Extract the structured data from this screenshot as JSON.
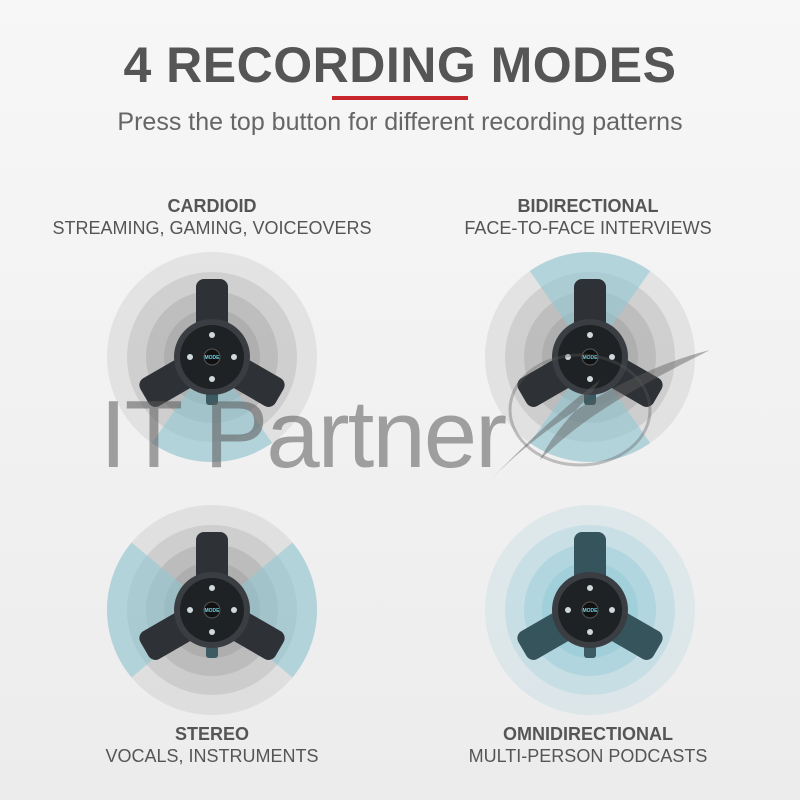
{
  "header": {
    "title": "4 RECORDING MODES",
    "subtitle": "Press the top button for different recording patterns"
  },
  "modes": [
    {
      "name": "CARDIOID",
      "use": "STREAMING, GAMING, VOICEOVERS",
      "pattern": "cardioid"
    },
    {
      "name": "BIDIRECTIONAL",
      "use": "FACE-TO-FACE INTERVIEWS",
      "pattern": "bidirectional"
    },
    {
      "name": "STEREO",
      "use": "VOCALS, INSTRUMENTS",
      "pattern": "stereo"
    },
    {
      "name": "OMNIDIRECTIONAL",
      "use": "MULTI-PERSON PODCASTS",
      "pattern": "omni"
    }
  ],
  "mic": {
    "button_label": "MODE"
  },
  "watermark": "IT Partner",
  "colors": {
    "accent": "#c8262b",
    "pattern_blue": "#8ec9d6",
    "ring_gray": "#9a9a9a",
    "mic_body": "#2e3236"
  }
}
